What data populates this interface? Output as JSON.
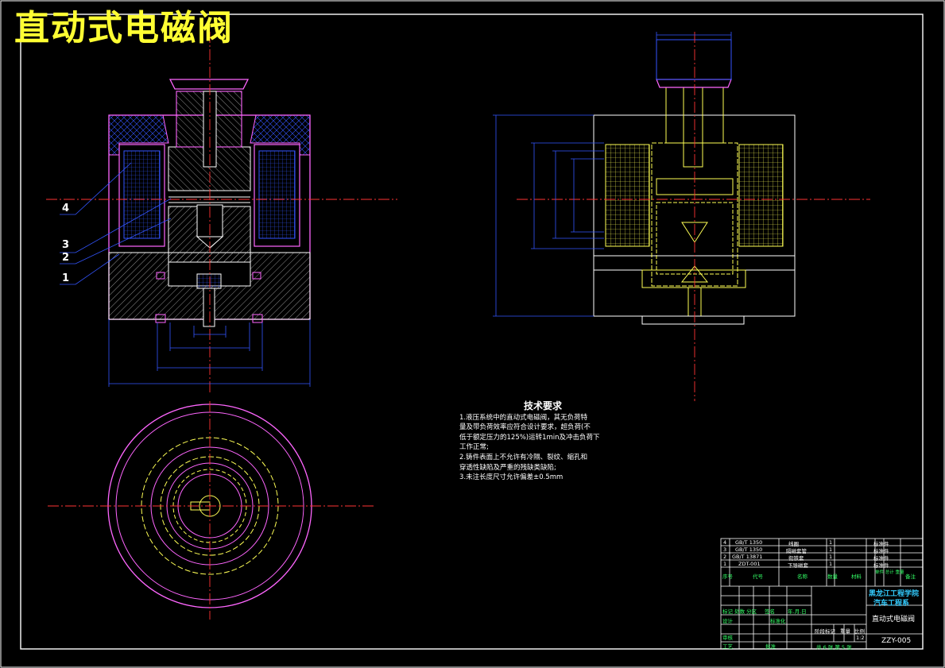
{
  "title": "直动式电磁阀",
  "part_labels": [
    "4",
    "3",
    "2",
    "1"
  ],
  "tech_requirements": {
    "heading": "技术要求",
    "lines": [
      "1.液压系统中的直动式电磁阀，其无负荷特",
      "量及带负荷效率应符合设计要求，超负荷(不",
      "低于额定压力的125%)运转1min及冲击负荷下",
      "工作正常;",
      "2.铸件表面上不允许有冷隔、裂纹、缩孔和",
      "穿透性缺陷及严重的残缺类缺陷;",
      "3.未注长度尺寸允许偏差±0.5mm"
    ]
  },
  "title_block": {
    "parts": [
      {
        "no": "4",
        "code": "GB/T 1350",
        "name": "线圈",
        "qty": "1",
        "note": "标准件"
      },
      {
        "no": "3",
        "code": "GB/T 1350",
        "name": "隔磁套管",
        "qty": "1",
        "note": "标准件"
      },
      {
        "no": "2",
        "code": "GB/T 13871",
        "name": "衔铁套",
        "qty": "1",
        "note": "标准件"
      },
      {
        "no": "1",
        "code": "ZDT-001",
        "name": "下导磁套",
        "qty": "1",
        "note": "标准件"
      }
    ],
    "header": {
      "no": "序号",
      "code": "代号",
      "name": "名称",
      "qty": "数量",
      "material": "材料",
      "weight": "单件 总计 重量",
      "note": "备注"
    },
    "school": "黑龙江工程学院",
    "dept": "汽车工程系",
    "drawing_name": "直动式电磁阀",
    "drawing_no": "ZZY-005",
    "stage_label": "阶段标记",
    "weight_label": "重量",
    "scale_label": "比例",
    "scale": "1:2",
    "sheet": "共 6 张  第 5 张",
    "row_labels": [
      "标记 处数 分区",
      "设计",
      "审核",
      "工艺"
    ],
    "sign_labels": [
      "签名",
      "年.月.日",
      "标准化",
      "批准"
    ]
  }
}
